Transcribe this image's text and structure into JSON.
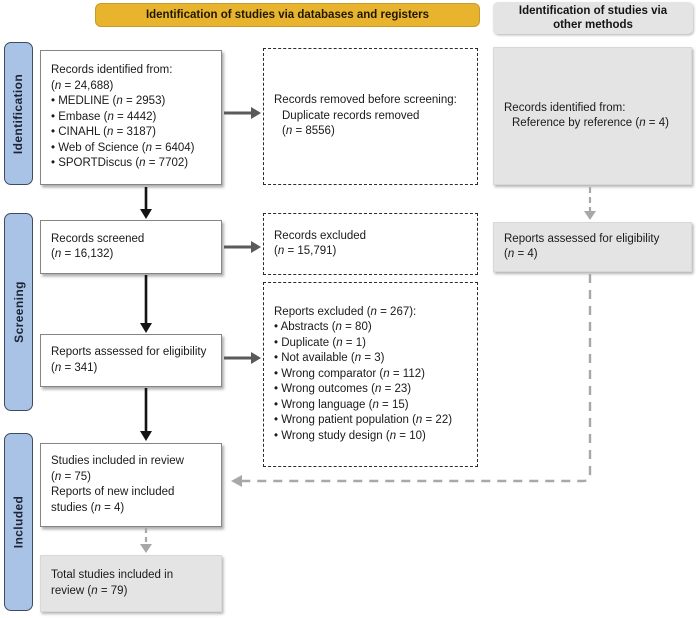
{
  "headers": {
    "databases": "Identification of studies via databases and registers",
    "other_methods_line1": "Identification of studies via",
    "other_methods_line2": "other methods"
  },
  "sidebar": {
    "identification": "Identification",
    "screening": "Screening",
    "included": "Included"
  },
  "main_flow": {
    "records_identified": {
      "lines": [
        "Records identified from:",
        "(n = 24,688)",
        "• MEDLINE  (n = 2953)",
        "• Embase (n = 4442)",
        "• CINAHL  (n = 3187)",
        "• Web of Science (n = 6404)",
        "• SPORTDiscus (n = 7702)"
      ]
    },
    "records_removed": {
      "lines": [
        "Records removed before screening:",
        "Duplicate records removed",
        "(n = 8556)"
      ]
    },
    "records_screened": {
      "lines": [
        "Records screened",
        "(n = 16,132)"
      ]
    },
    "records_excluded": {
      "lines": [
        "Records excluded",
        "(n = 15,791)"
      ]
    },
    "reports_assessed": {
      "lines": [
        "Reports assessed for eligibility",
        "(n = 341)"
      ]
    },
    "reports_excluded": {
      "lines": [
        "Reports excluded (n = 267):",
        "• Abstracts (n = 80)",
        "• Duplicate (n = 1)",
        "• Not available (n = 3)",
        "• Wrong comparator (n = 112)",
        "• Wrong outcomes (n = 23)",
        "• Wrong language (n = 15)",
        "• Wrong patient population (n = 22)",
        "• Wrong study design (n = 10)"
      ]
    },
    "studies_included": {
      "lines": [
        "Studies included in review",
        "(n = 75)",
        "Reports of new included",
        "studies (n = 4)"
      ]
    },
    "total_studies": {
      "lines": [
        "Total studies included in",
        "review (n = 79)"
      ]
    }
  },
  "other_methods_flow": {
    "records_identified": {
      "lines": [
        "Records identified from:",
        "Reference by reference (n = 4)"
      ]
    },
    "reports_assessed": {
      "lines": [
        "Reports assessed for eligibility",
        "(n = 4)"
      ]
    }
  },
  "colors": {
    "header_yellow": "#e8b42e",
    "sidebar_blue": "#a9c3e6",
    "gray_box": "#e4e4e4",
    "black_arrow": "#141414",
    "dark_gray_arrow": "#5a5a5a",
    "light_gray_arrow": "#a8a8a8"
  }
}
